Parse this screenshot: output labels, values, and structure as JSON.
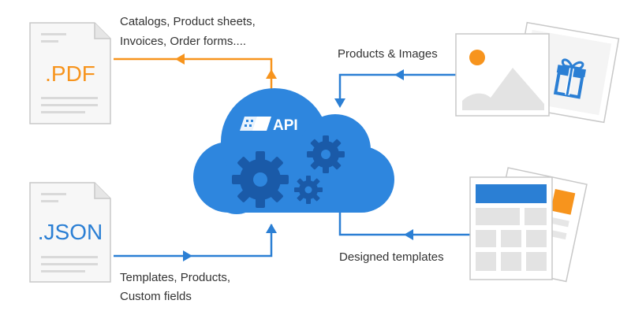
{
  "documents": {
    "pdf": {
      "extension": ".PDF"
    },
    "json": {
      "extension": ".JSON"
    }
  },
  "cloud": {
    "label": "API"
  },
  "labels": {
    "pdf_output_line1": "Catalogs, Product sheets,",
    "pdf_output_line2": "Invoices, Order forms....",
    "products_images": "Products & Images",
    "json_input_line1": "Templates, Products,",
    "json_input_line2": "Custom fields",
    "designed_templates": "Designed templates"
  },
  "colors": {
    "orange": "#f7941d",
    "blue": "#2b7fd4",
    "cloud_blue": "#2e86de",
    "gear_dark": "#1a5aa8",
    "doc_border": "#c8c8c8",
    "doc_fill": "#f7f7f7",
    "doc_lines": "#d9d9d9"
  },
  "icons": [
    "document-icon",
    "cloud-icon",
    "gear-icon",
    "image-icon",
    "gift-icon",
    "template-icon",
    "arrow-icon"
  ]
}
